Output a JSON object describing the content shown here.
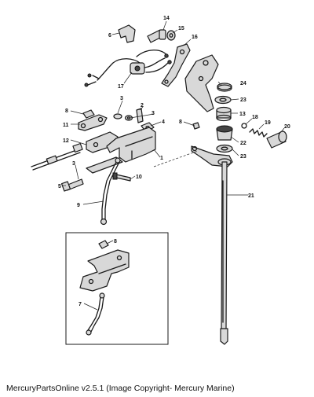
{
  "callouts": {
    "c1": "1",
    "c2": "2",
    "c3a": "3",
    "c3b": "3",
    "c3c": "3",
    "c4": "4",
    "c5": "5",
    "c6": "6",
    "c7": "7",
    "c8a": "8",
    "c8b": "8",
    "c8c": "8",
    "c9": "9",
    "c10": "10",
    "c11": "11",
    "c12": "12",
    "c13": "13",
    "c14": "14",
    "c15": "15",
    "c16": "16",
    "c17": "17",
    "c18": "18",
    "c19": "19",
    "c20": "20",
    "c21": "21",
    "c22": "22",
    "c23a": "23",
    "c23b": "23",
    "c24": "24"
  },
  "caption": "MercuryPartsOnline v2.5.1 (Image Copyright- Mercury Marine)"
}
